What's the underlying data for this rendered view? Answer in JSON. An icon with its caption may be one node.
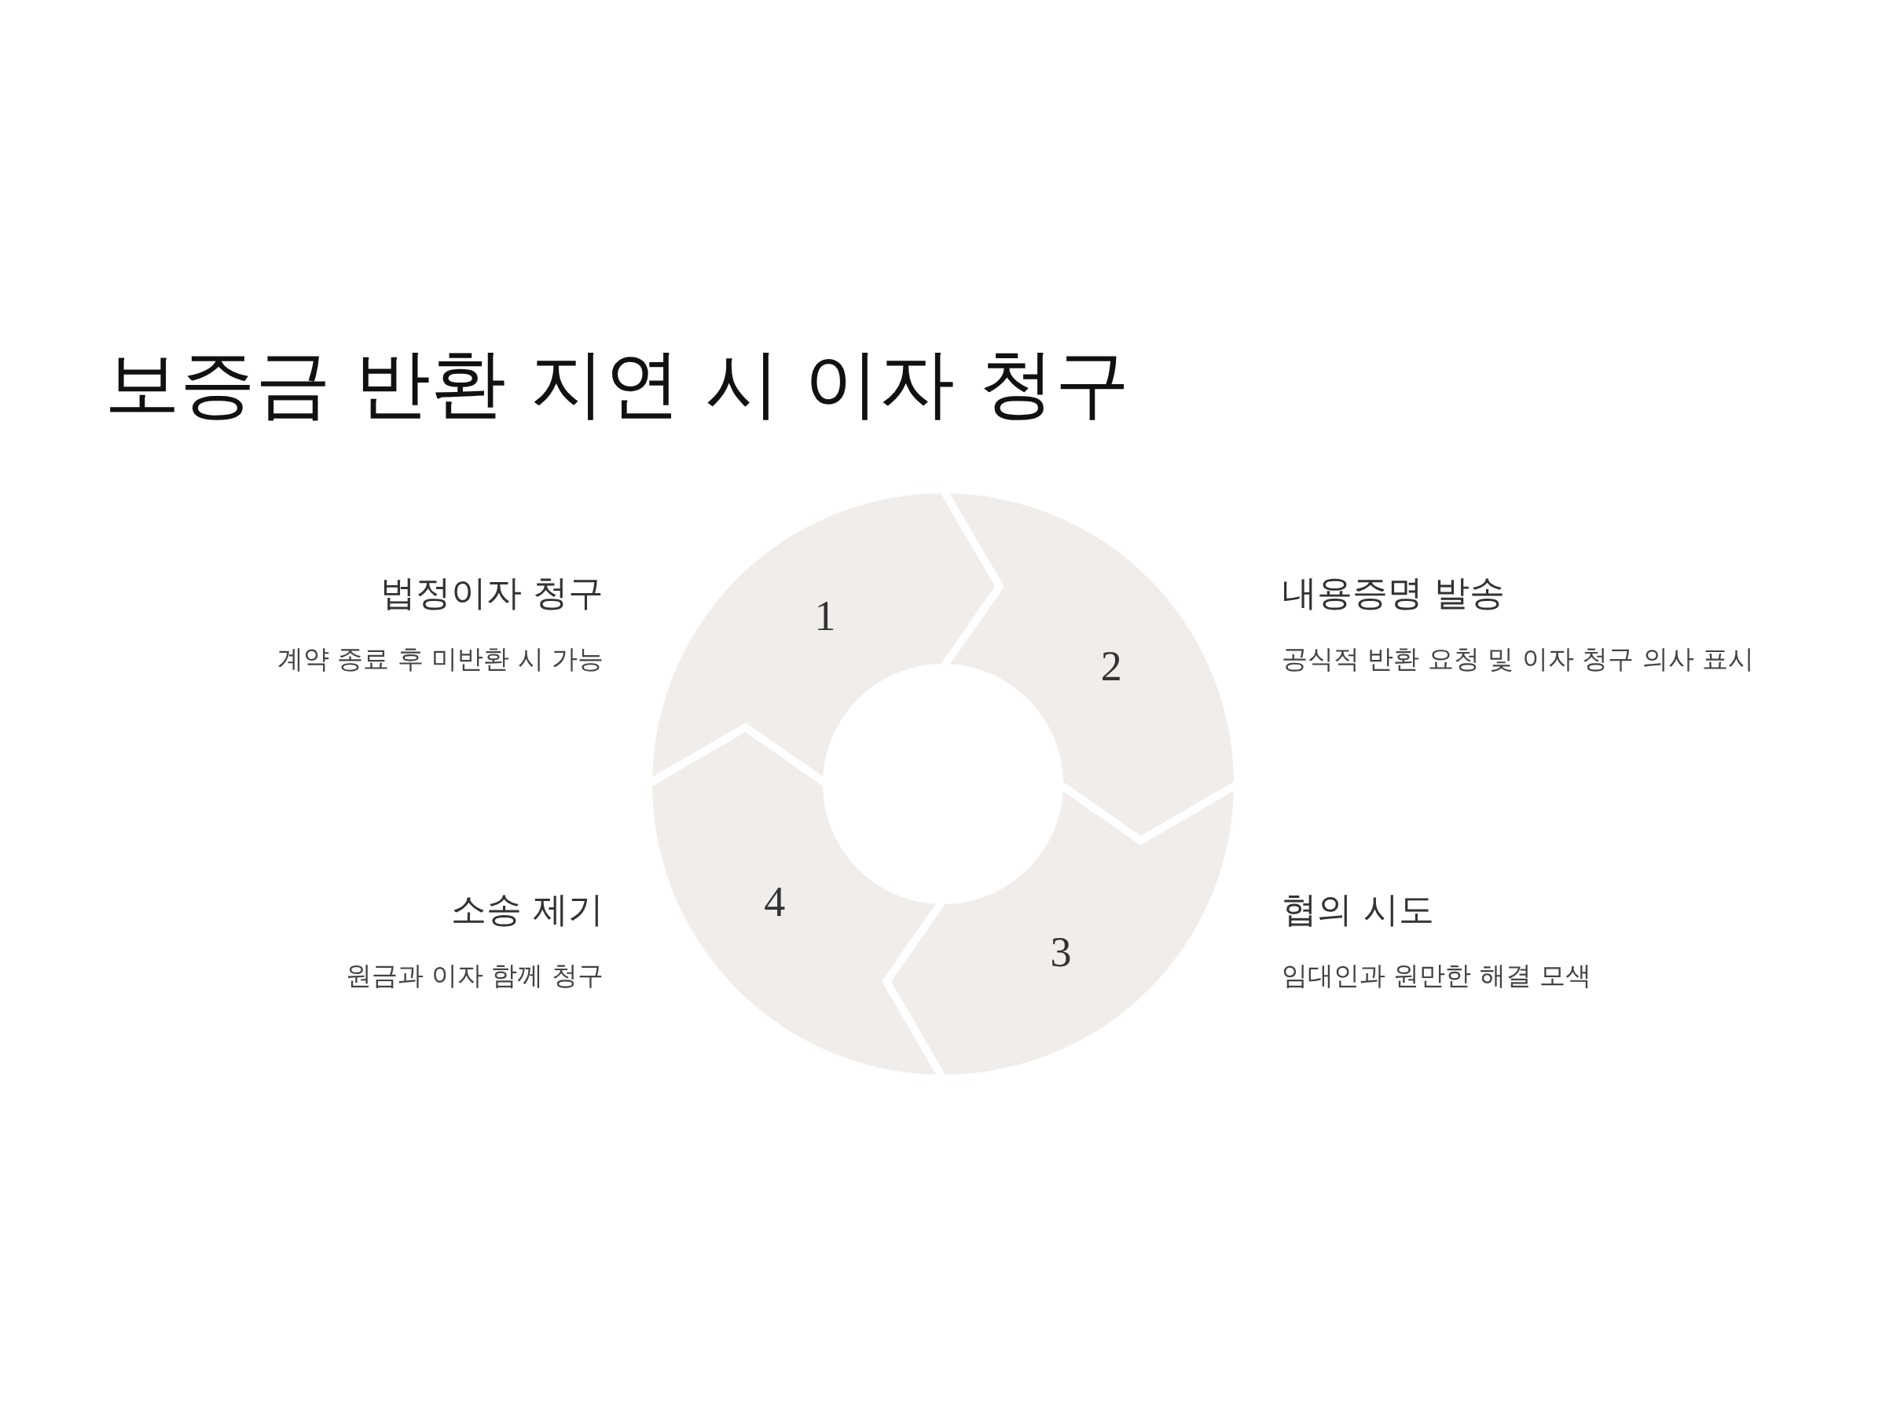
{
  "diagram": {
    "title": "보증금 반환 지연 시 이자 청구",
    "nodes": [
      {
        "text": [
          "1"
        ],
        "beside": [
          "법정이자 청구",
          "계약 종료 후 미반환 시 가능"
        ]
      },
      {
        "text": [
          "2"
        ],
        "beside": [
          "내용증명 발송",
          "공식적 반환 요청 및 이자 청구 의사 표시"
        ]
      },
      {
        "text": [
          "3"
        ],
        "beside": [
          "협의 시도",
          "임대인과 원만한 해결 모색"
        ]
      },
      {
        "text": [
          "4"
        ],
        "beside": [
          "소송 제기",
          "원금과 이자 함께 청구"
        ]
      }
    ],
    "edges": []
  }
}
